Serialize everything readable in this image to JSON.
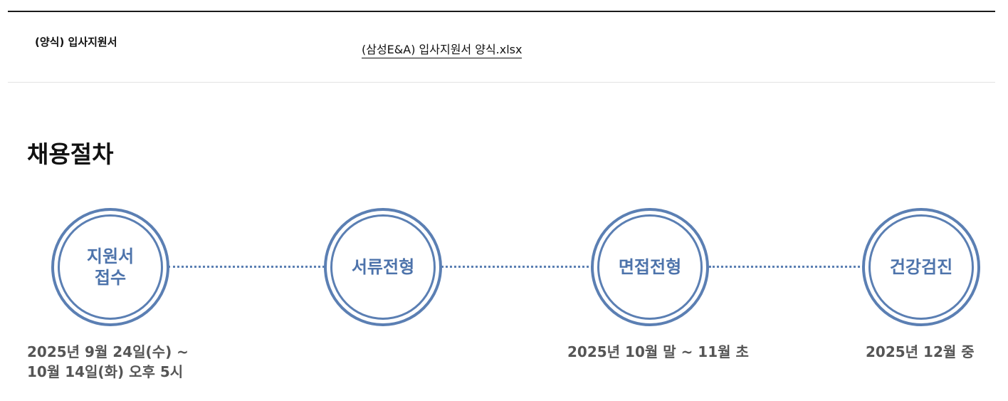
{
  "form_row": {
    "label": "(양식) 입사지원서",
    "file_name": "(삼성E&A) 입사지원서 양식.xlsx"
  },
  "process": {
    "title": "채용절차",
    "accent_color": "#5b7fb3",
    "steps": [
      {
        "label": "지원서\n접수",
        "date": "2025년 9월 24일(수) ~\n10월 14일(화) 오후 5시"
      },
      {
        "label": "서류전형",
        "date": ""
      },
      {
        "label": "면접전형",
        "date": "2025년 10월 말 ~ 11월 초"
      },
      {
        "label": "건강검진",
        "date": "2025년 12월 중"
      }
    ]
  }
}
